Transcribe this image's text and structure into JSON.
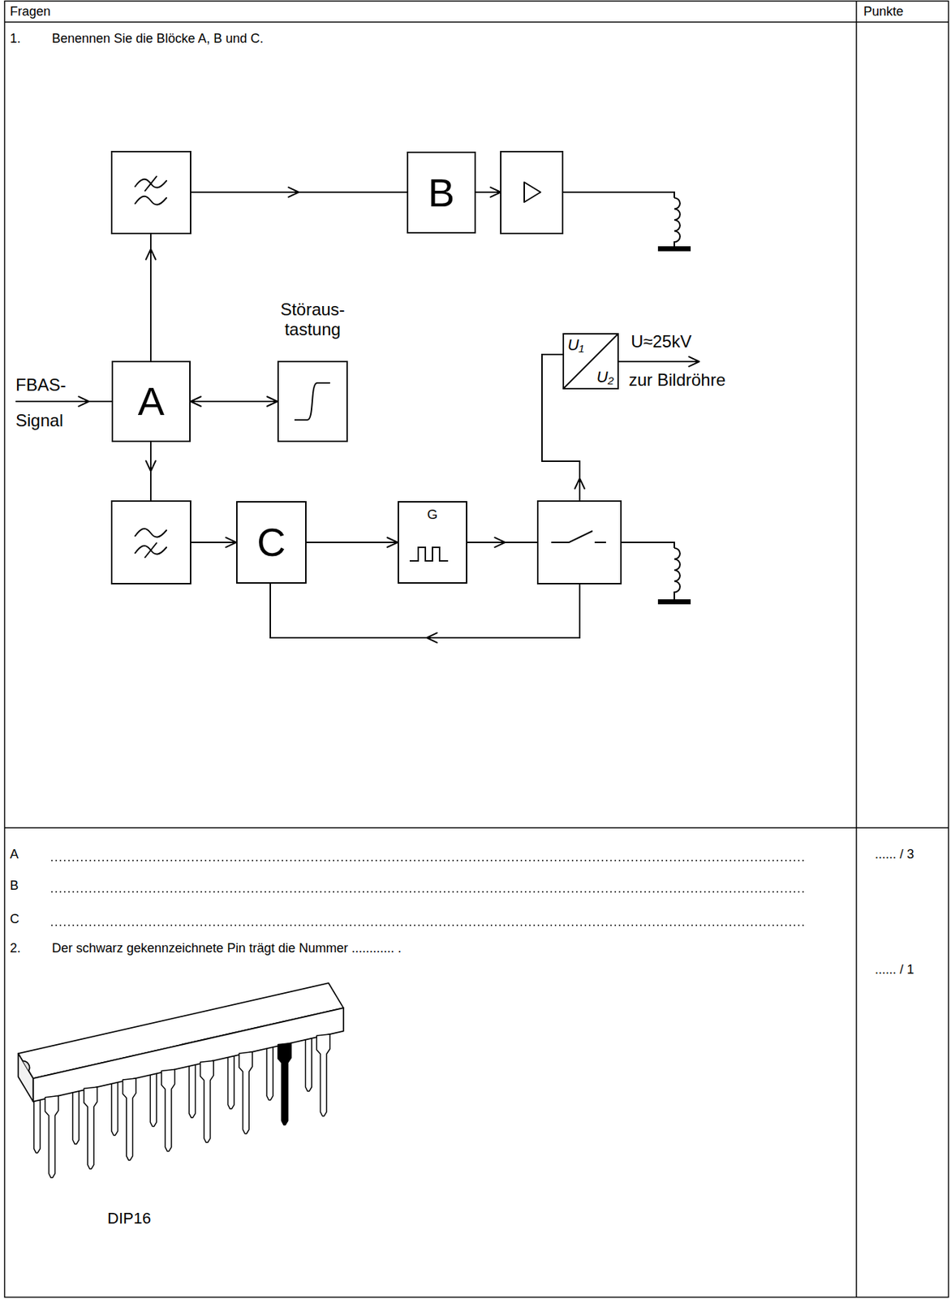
{
  "diagram": {
    "nodes": [
      {
        "text": [
          "B"
        ]
      },
      {
        "text": [
          "Störaus- tastung"
        ]
      },
      {
        "text": [
          "A"
        ]
      },
      {
        "text": [
          "U₁",
          "U₂"
        ]
      },
      {
        "text": [
          "C"
        ]
      },
      {
        "text": [
          "G"
        ]
      }
    ],
    "edges": [
      {
        "from": 2,
        "to": 1,
        "arrow": "both"
      },
      {
        "from": 4,
        "to": 5,
        "arrow": "to"
      }
    ],
    "labels": [
      "Fragen",
      "Punkte",
      "1.",
      "Benennen Sie die Blöcke A, B und C.",
      "FBAS- Signal",
      "U≈25kV",
      "zur Bildröhre",
      "A",
      "B",
      "C",
      "...... / 3",
      "2.",
      "Der schwarz gekennzeichnete Pin trägt die Nummer ............ .",
      "...... / 1",
      "DIP16"
    ]
  }
}
